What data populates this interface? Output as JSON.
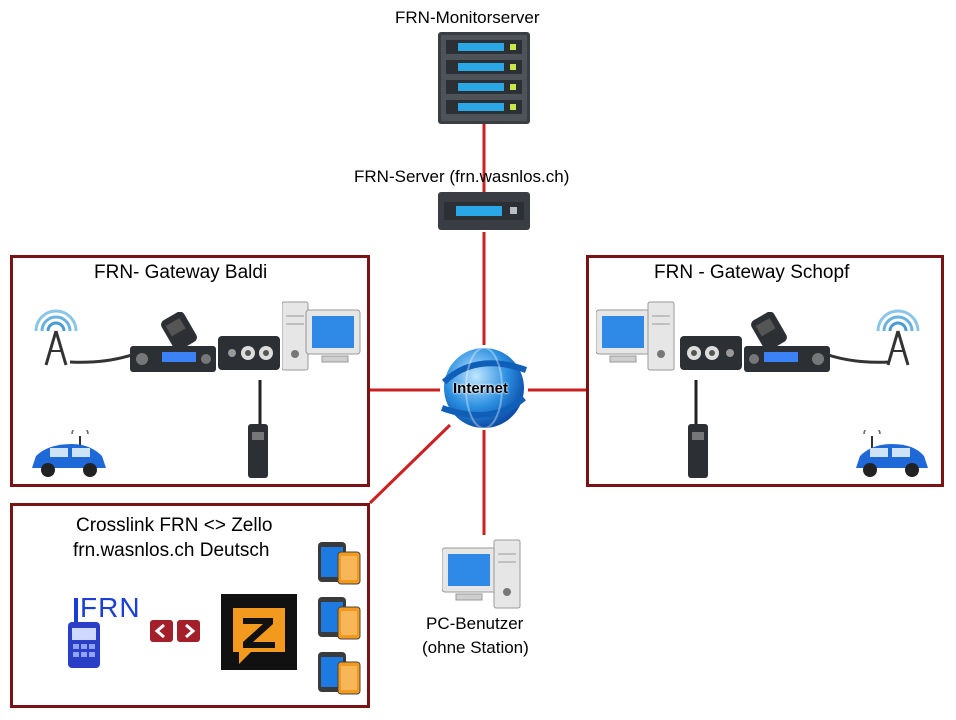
{
  "diagram": {
    "title_monitor": "FRN-Monitorserver",
    "title_server": "FRN-Server (frn.wasnlos.ch)",
    "gateway_left": "FRN- Gateway Baldi",
    "gateway_right": "FRN - Gateway Schopf",
    "internet": "Internet",
    "crosslink_line1": "Crosslink FRN <> Zello",
    "crosslink_line2": "frn.wasnlos.ch Deutsch",
    "frn_logo": "FRN",
    "pc_user_line1": "PC-Benutzer",
    "pc_user_line2": "(ohne Station)"
  },
  "colors": {
    "link": "#cc1f1f",
    "box_border": "#7a1414",
    "globe": "#1e7fd8",
    "zello": "#f39a1e"
  }
}
